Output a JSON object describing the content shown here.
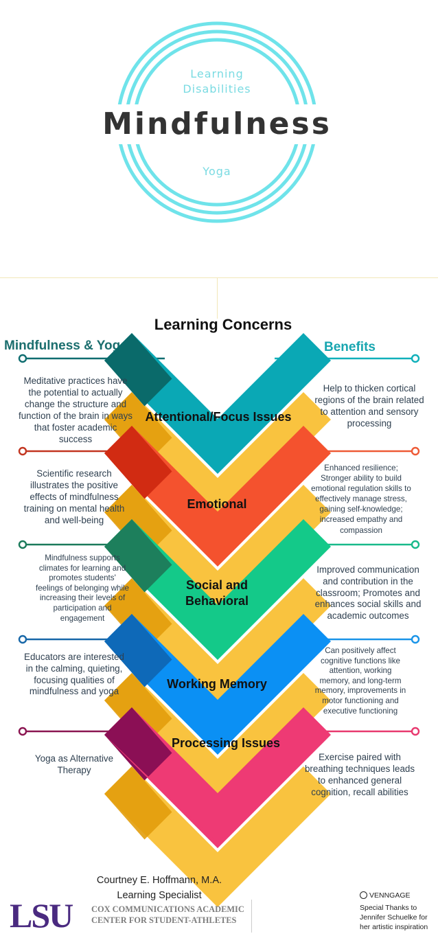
{
  "header": {
    "sub1_line1": "Learning",
    "sub1_line2": "Disabilities",
    "title": "Mindfulness",
    "sub2": "Yoga"
  },
  "columns": {
    "left": "Mindfulness & Yoga",
    "center": "Learning Concerns",
    "right": "Benefits"
  },
  "concerns": [
    "Attentional/Focus Issues",
    "Emotional",
    "Social and Behavioral",
    "Working Memory",
    "Processing Issues"
  ],
  "left_texts": [
    "Meditative practices have the potential to actually change the structure and function of the brain in ways that foster academic success",
    "Scientific research illustrates the positive effects of mindfulness training on mental health and well-being",
    "Mindfulness supports climates for learning and promotes students' feelings of belonging while increasing their levels of participation and engagement",
    "Educators are interested in the calming, quieting, focusing qualities of mindfulness and yoga",
    "Yoga as Alternative Therapy"
  ],
  "right_texts": [
    "Help to thicken cortical regions of the brain related to attention and sensory processing",
    "Enhanced resilience; Stronger ability to build emotional regulation skills to effectively manage stress, gaining self-knowledge; increased empathy and compassion",
    "Improved communication and contribution in the classroom; Promotes and enhances social skills and academic outcomes",
    "Can positively affect cognitive functions like attention, working memory, and long-term memory, improvements in motor functioning and executive functioning",
    "Exercise paired with breathing techniques leads to enhanced general cognition, recall abilities"
  ],
  "colors": {
    "ring": "#6fe3ea",
    "header_sub": "#7adbe2",
    "title": "#333333",
    "left_heading": "#1b6e6e",
    "right_heading": "#18a6b0",
    "yellow": "#f9c33f",
    "chevrons": [
      "#0aa8b5",
      "#f4522e",
      "#14c989",
      "#0b90f4",
      "#ee3a74"
    ],
    "left_dark": [
      "#0a6a6a",
      "#d12b12",
      "#1d7f5c",
      "#0e69b8",
      "#8b0f55"
    ],
    "line_left": [
      "#0f6d70",
      "#c23520",
      "#1a7a5a",
      "#1767a8",
      "#8a1450"
    ],
    "line_right": [
      "#10b0ba",
      "#ee5a36",
      "#18b98a",
      "#1994e8",
      "#e8386e"
    ]
  },
  "footer": {
    "author": "Courtney E. Hoffmann, M.A.",
    "role": "Learning Specialist",
    "logo_letters": "LSU",
    "center_line1": "COX COMMUNICATIONS ACADEMIC",
    "center_line2": "CENTER FOR STUDENT-ATHLETES",
    "brand": "VENNGAGE",
    "thanks": "Special Thanks to Jennifer Schuelke for her artistic inspiration"
  }
}
